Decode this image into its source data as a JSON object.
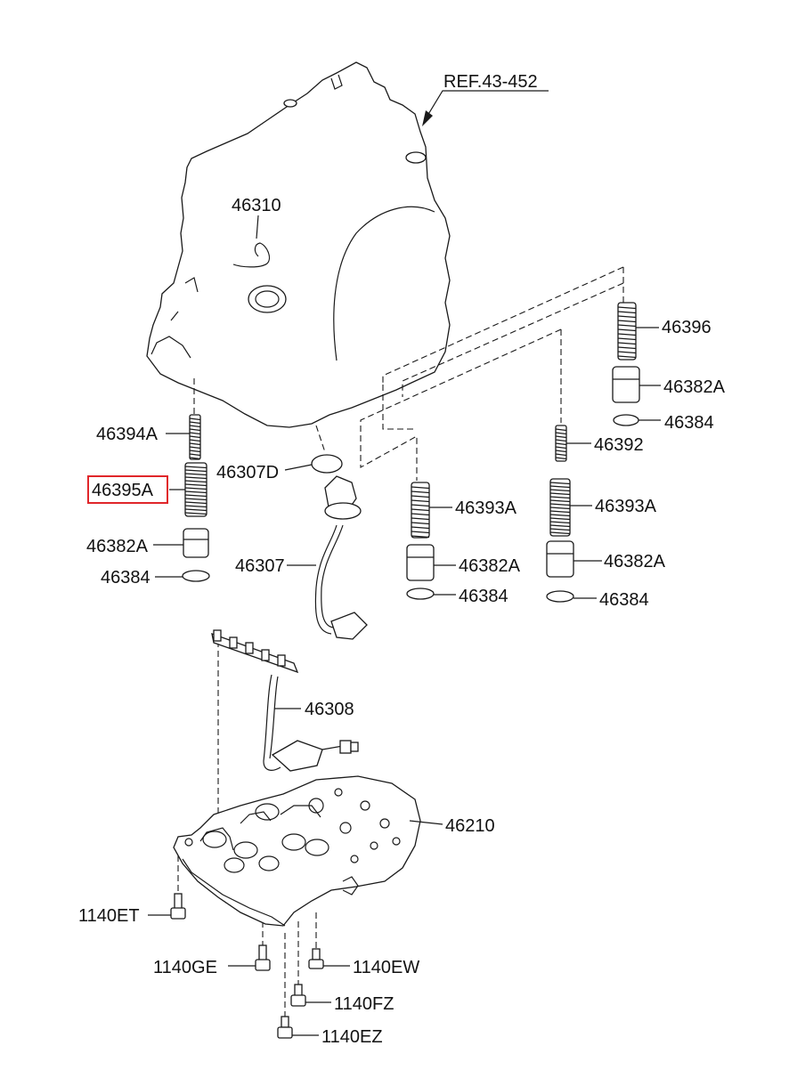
{
  "highlight_color": "#e0262a",
  "labels": {
    "ref": "REF.43-452",
    "p46310": "46310",
    "p46396": "46396",
    "p46382A_top": "46382A",
    "p46384_top": "46384",
    "p46392": "46392",
    "p46394A": "46394A",
    "p46307D": "46307D",
    "p46395A": "46395A",
    "p46382A_left": "46382A",
    "p46384_left": "46384",
    "p46393A_mid": "46393A",
    "p46393A_right": "46393A",
    "p46307": "46307",
    "p46382A_mid": "46382A",
    "p46382A_right": "46382A",
    "p46384_mid": "46384",
    "p46384_right": "46384",
    "p46308": "46308",
    "p46210": "46210",
    "b1140ET": "1140ET",
    "b1140GE": "1140GE",
    "b1140EW": "1140EW",
    "b1140FZ": "1140FZ",
    "b1140EZ": "1140EZ"
  }
}
